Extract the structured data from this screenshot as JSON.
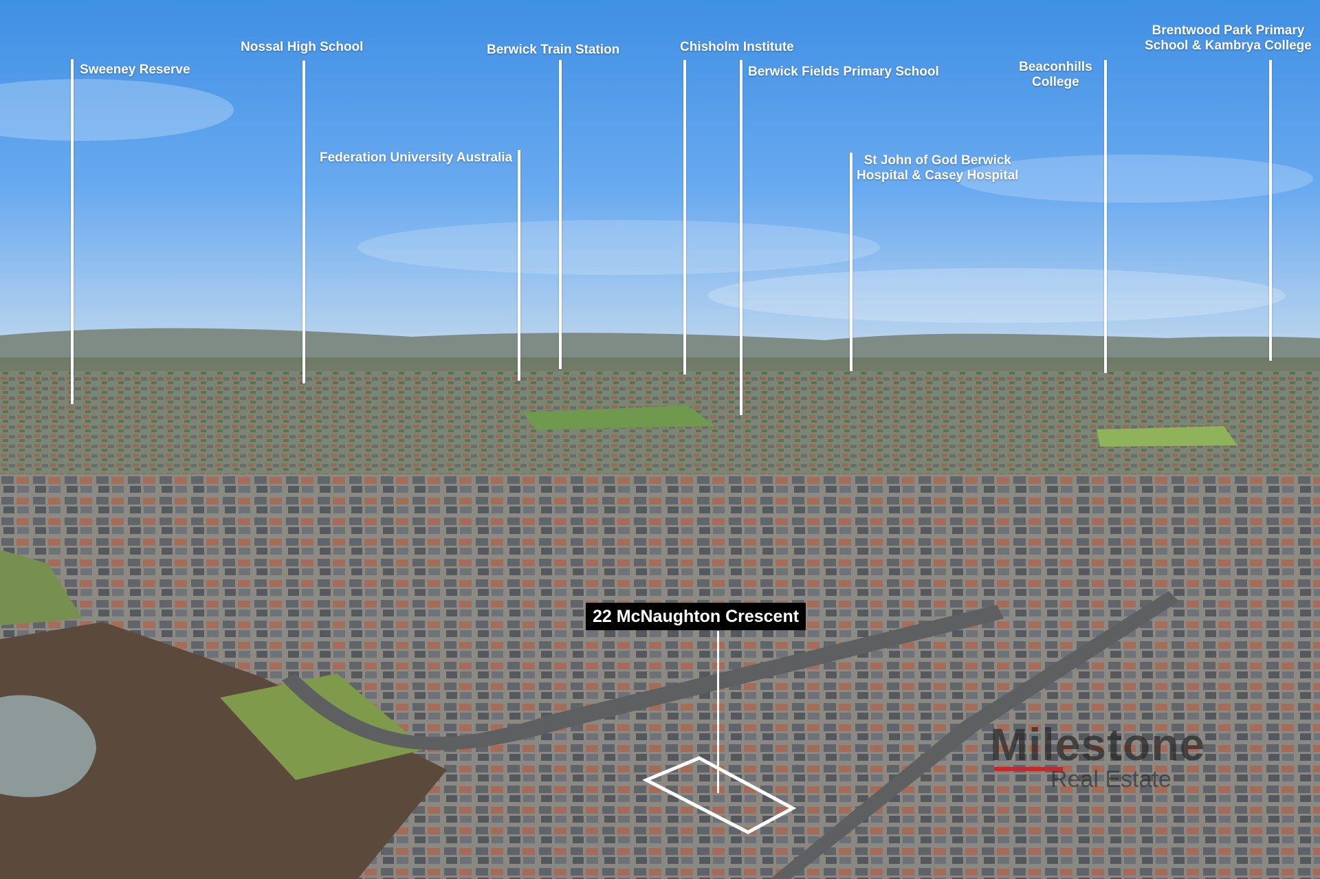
{
  "landmarks": [
    {
      "id": "sweeney-reserve",
      "name": "Sweeney Reserve"
    },
    {
      "id": "nossal-high-school",
      "name": "Nossal High School"
    },
    {
      "id": "federation-university",
      "name": "Federation University Australia"
    },
    {
      "id": "berwick-train-station",
      "name": "Berwick Train Station"
    },
    {
      "id": "chisholm-institute",
      "name": "Chisholm Institute"
    },
    {
      "id": "berwick-fields-primary",
      "name": "Berwick Fields Primary School"
    },
    {
      "id": "st-john-hospital",
      "name_line1": "St John of God Berwick",
      "name_line2": "Hospital & Casey Hospital"
    },
    {
      "id": "beaconhills-college",
      "name_line1": "Beaconhills",
      "name_line2": "College"
    },
    {
      "id": "brentwood-park",
      "name_line1": "Brentwood Park Primary",
      "name_line2": "School & Kambrya College"
    }
  ],
  "property": {
    "address": "22 McNaughton Crescent"
  },
  "watermark": {
    "brand": "Milestone",
    "tagline": "Real Estate"
  }
}
